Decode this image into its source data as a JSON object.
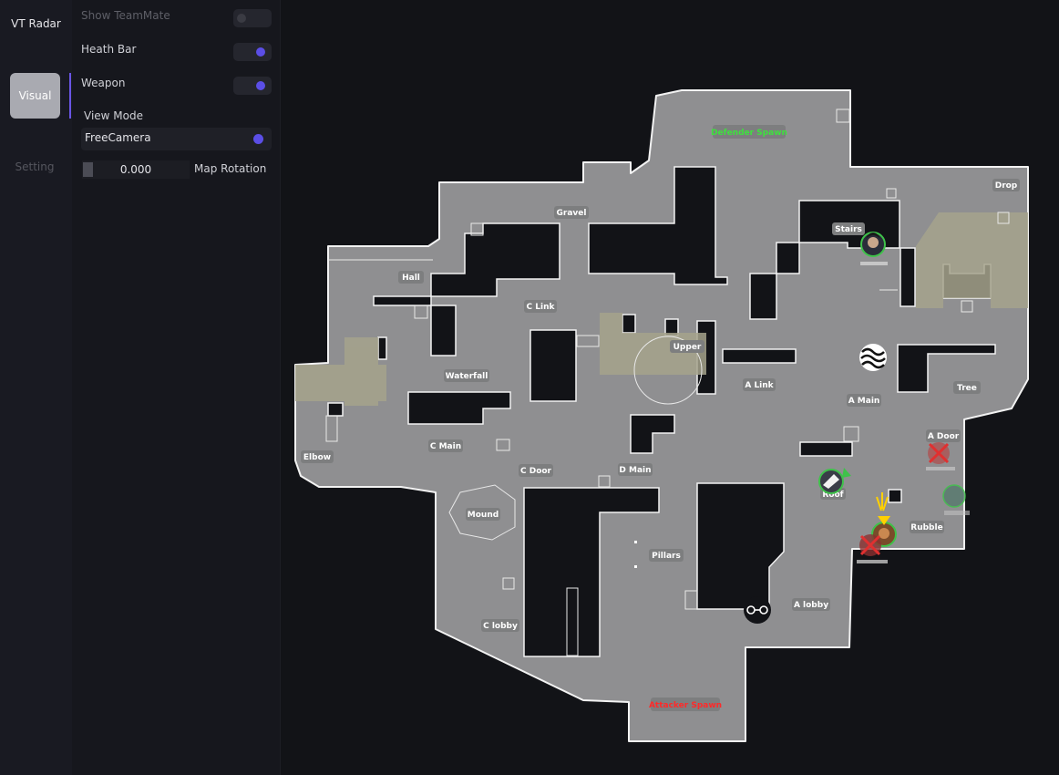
{
  "sidebar": {
    "app_title": "VT Radar",
    "items": [
      {
        "label": "Visual",
        "active": true
      },
      {
        "label": "Setting",
        "active": false
      }
    ]
  },
  "panel": {
    "show_teammate": {
      "label": "Show  TeamMate",
      "enabled": false
    },
    "health_bar": {
      "label": "Heath  Bar",
      "enabled": true
    },
    "weapon": {
      "label": "Weapon",
      "enabled": true
    },
    "view_mode": {
      "label": "View  Mode",
      "selected": "FreeCamera"
    },
    "map_rotation": {
      "label": "Map  Rotation",
      "value": "0.000"
    }
  },
  "map": {
    "callouts": {
      "defender_spawn": "Defender Spawn",
      "attacker_spawn": "Attacker Spawn",
      "drop": "Drop",
      "gravel": "Gravel",
      "stairs": "Stairs",
      "hall": "Hall",
      "c_link": "C Link",
      "upper": "Upper",
      "waterfall": "Waterfall",
      "a_link": "A Link",
      "a_main": "A Main",
      "tree": "Tree",
      "elbow": "Elbow",
      "c_main": "C Main",
      "a_door": "A Door",
      "c_door": "C Door",
      "d_main": "D Main",
      "roof": "Roof",
      "mound": "Mound",
      "rubble": "Rubble",
      "pillars": "Pillars",
      "a_lobby": "A lobby",
      "c_lobby": "C lobby"
    }
  },
  "colors": {
    "accent": "#5b4ee6",
    "map_floor": "#8f8f91",
    "defender_label": "#3fe03f",
    "attacker_label": "#ff2a2a",
    "ally_ring": "#3fc24a",
    "enemy_cross": "#e03030"
  }
}
